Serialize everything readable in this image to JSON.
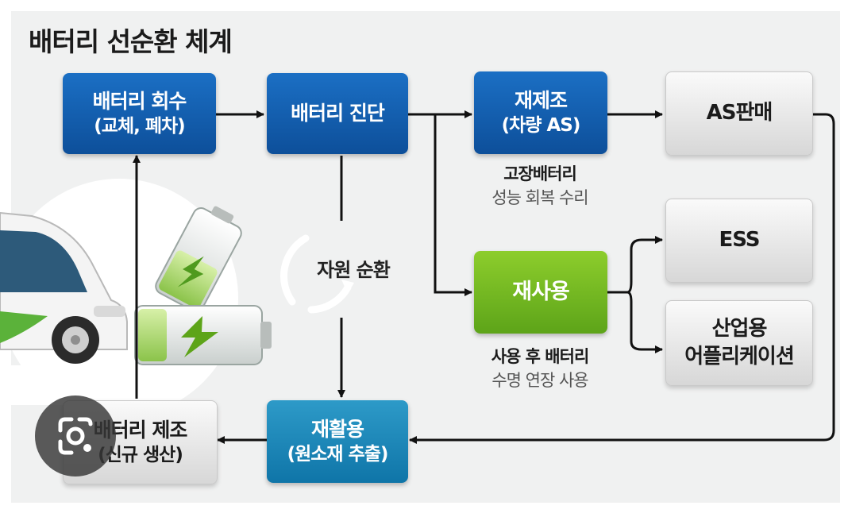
{
  "title": "배터리 선순환 체계",
  "boxes": {
    "collect": {
      "line1": "배터리 회수",
      "line2": "(교체, 폐차)"
    },
    "diagnose": {
      "line1": "배터리 진단"
    },
    "remanufacture": {
      "line1": "재제조",
      "line2": "(차량 AS)"
    },
    "as_sales": {
      "line1": "AS판매"
    },
    "ess": {
      "line1": "ESS"
    },
    "reuse": {
      "line1": "재사용"
    },
    "industrial": {
      "line1": "산업용",
      "line2": "어플리케이션"
    },
    "recycle": {
      "line1": "재활용",
      "line2": "(원소재 추출)"
    },
    "manufacture": {
      "line1": "배터리 제조",
      "line2": "(신규 생산)"
    }
  },
  "notes": {
    "remanufacture": {
      "strong": "고장배터리",
      "light": "성능 회복 수리"
    },
    "reuse": {
      "strong": "사용 후 배터리",
      "light": "수명 연장 사용"
    }
  },
  "cycle_label": "자원 순환",
  "colors": {
    "blue": "#0d4f9a",
    "teal": "#0f75a8",
    "green": "#5da419",
    "gray": "#d7d7d7",
    "arrow": "#111111"
  },
  "icons": [
    "car-illustration",
    "battery-illustration",
    "recycle-cycle-icon",
    "image-search-lens-icon"
  ]
}
